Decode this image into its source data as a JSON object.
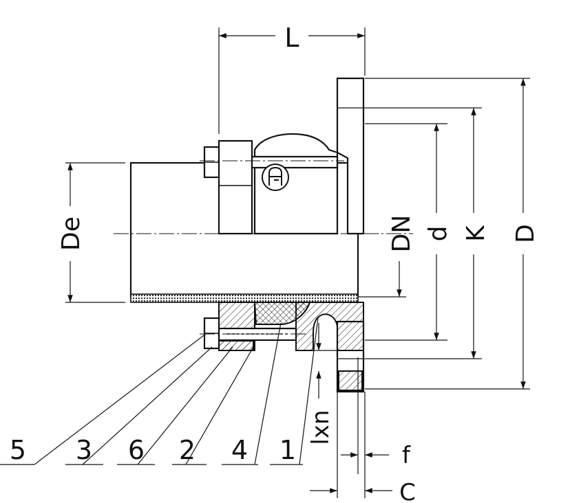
{
  "dimensions": {
    "L": "L",
    "De": "De",
    "DN": "DN",
    "d": "d",
    "K": "K",
    "D": "D",
    "lxn": "lxn",
    "f": "f",
    "C": "C"
  },
  "parts": [
    "5",
    "3",
    "6",
    "2",
    "4",
    "1"
  ],
  "logo": "logo-icon"
}
